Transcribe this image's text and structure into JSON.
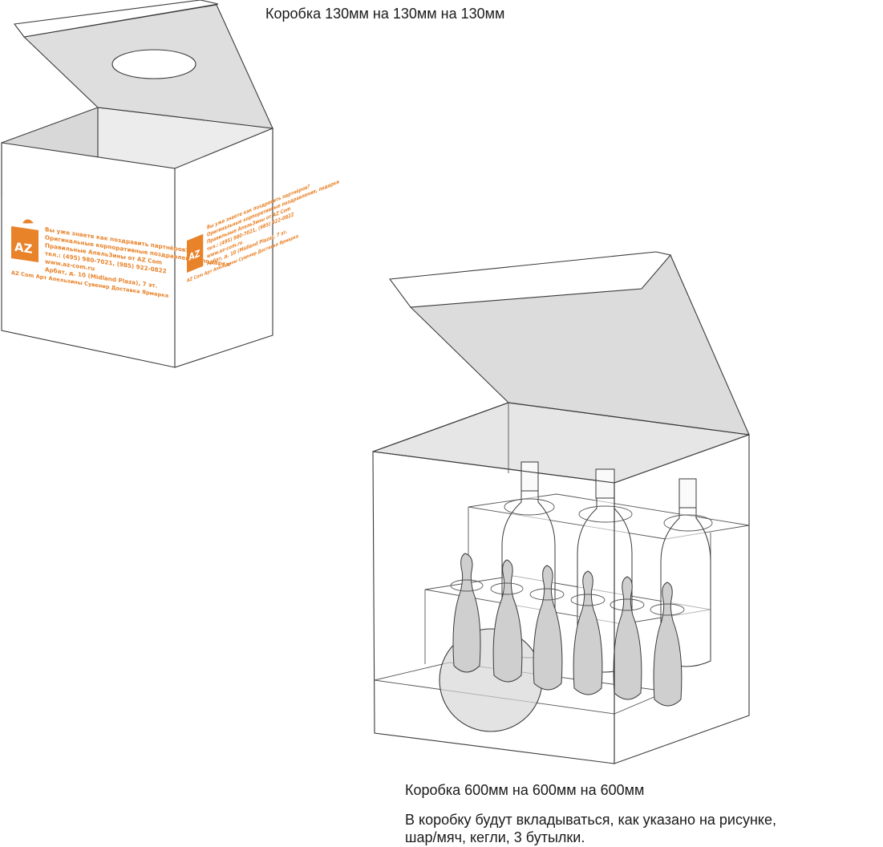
{
  "small_box": {
    "caption": "Коробка 130мм на 130мм на 130мм",
    "print": {
      "logo": "AZ",
      "lines": [
        "Вы уже знаете как поздравить партнёров?",
        "Оригинальные корпоративные поздравления, подарки",
        "Правильные АпельЗины от AZ Com",
        "тел.: (495) 980-7021, (985) 922-0822",
        "www.az-com.ru",
        "Арбат, д. 10 (Midland Plaza), 7 эт.",
        "AZ Com Арт Апельзины Сувенир Доставка Ярмарка"
      ]
    }
  },
  "large_box": {
    "caption": "Коробка 600мм на 600мм на 600мм",
    "description": [
      "В коробку будут вкладываться, как указано на рисунке,",
      "шар/мяч, кегли, 3 бутылки."
    ]
  },
  "colors": {
    "outline": "#3a3a3a",
    "inner_face": "#dcdcdc",
    "object_fill": "#cfcfcf",
    "brand_orange": "#e8832a"
  }
}
